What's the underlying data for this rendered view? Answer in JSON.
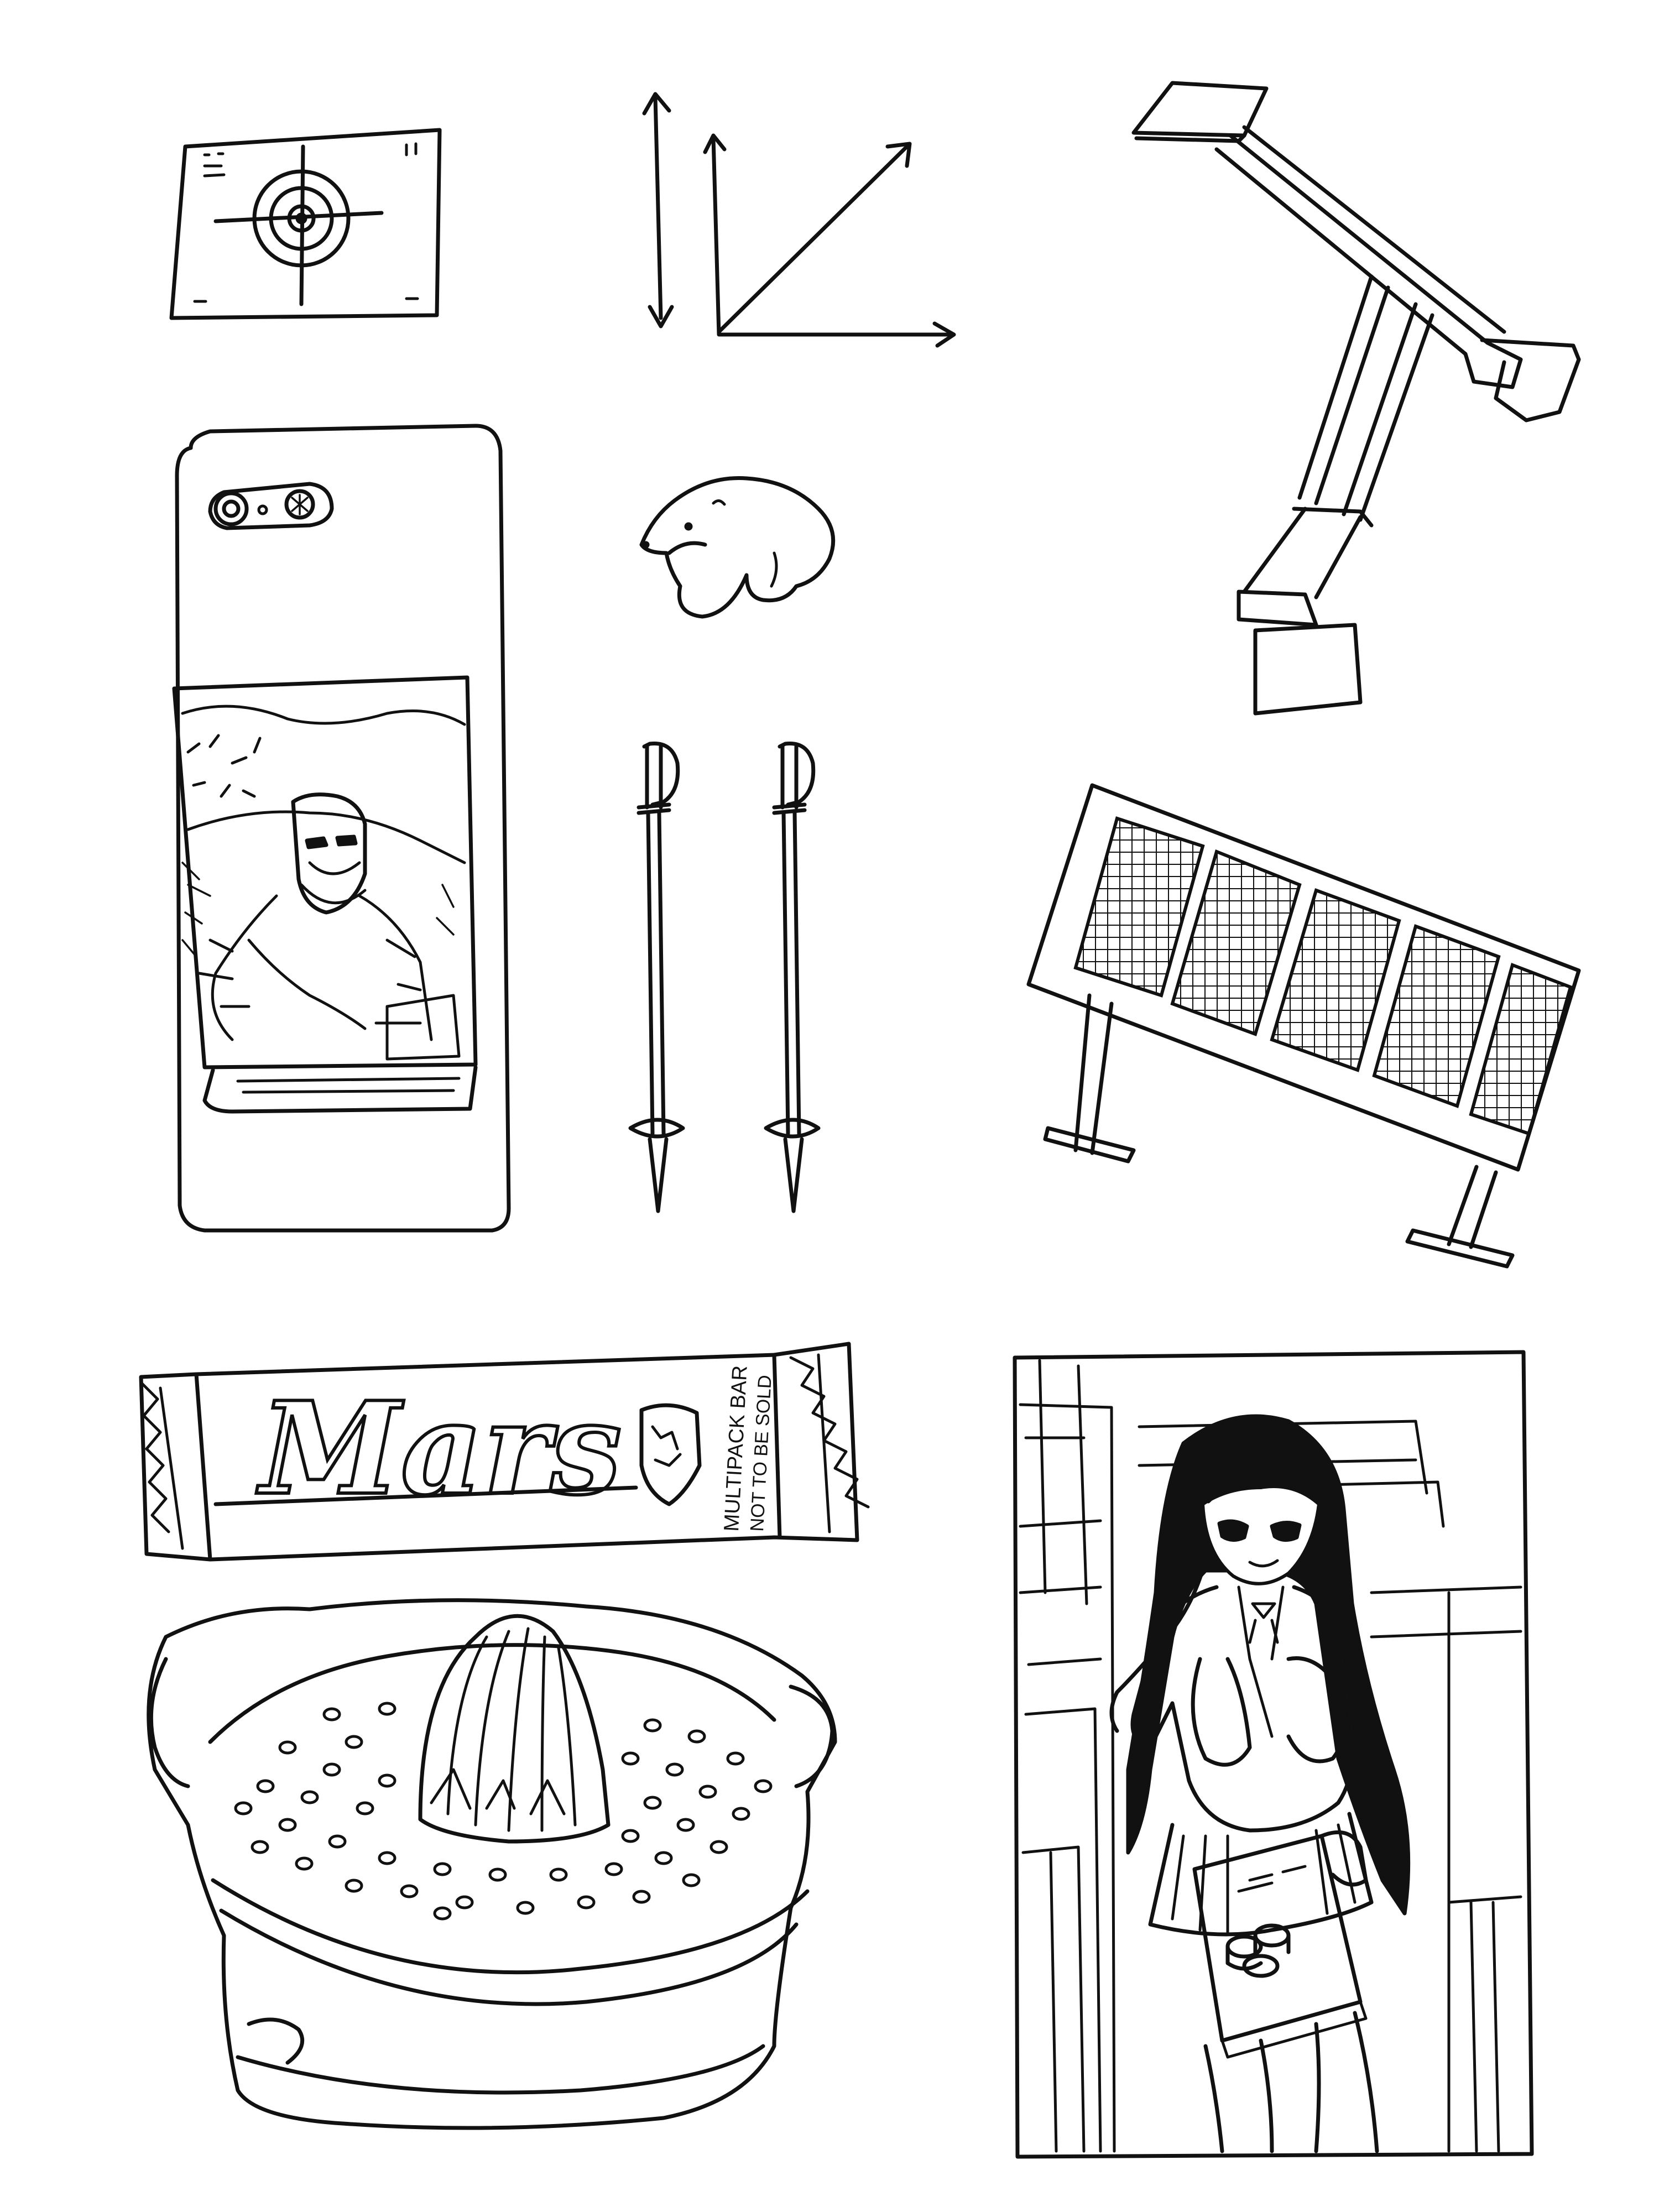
{
  "colors": {
    "ink": "#111111",
    "paper": "#ffffff"
  },
  "sketches": [
    {
      "icon": "target-card-icon"
    },
    {
      "icon": "axes-icon"
    },
    {
      "icon": "desk-lamp-icon"
    },
    {
      "icon": "smartphone-icon"
    },
    {
      "icon": "polar-bear-icon"
    },
    {
      "icon": "ski-poles-icon"
    },
    {
      "icon": "solar-panel-icon"
    },
    {
      "icon": "candy-bar-icon"
    },
    {
      "icon": "citrus-juicer-icon"
    },
    {
      "icon": "anime-girl-card-icon"
    }
  ],
  "candy_bar": {
    "brand": "Mars",
    "side_text_1": "MULTIPACK BAR",
    "side_text_2": "NOT TO BE SOLD"
  }
}
